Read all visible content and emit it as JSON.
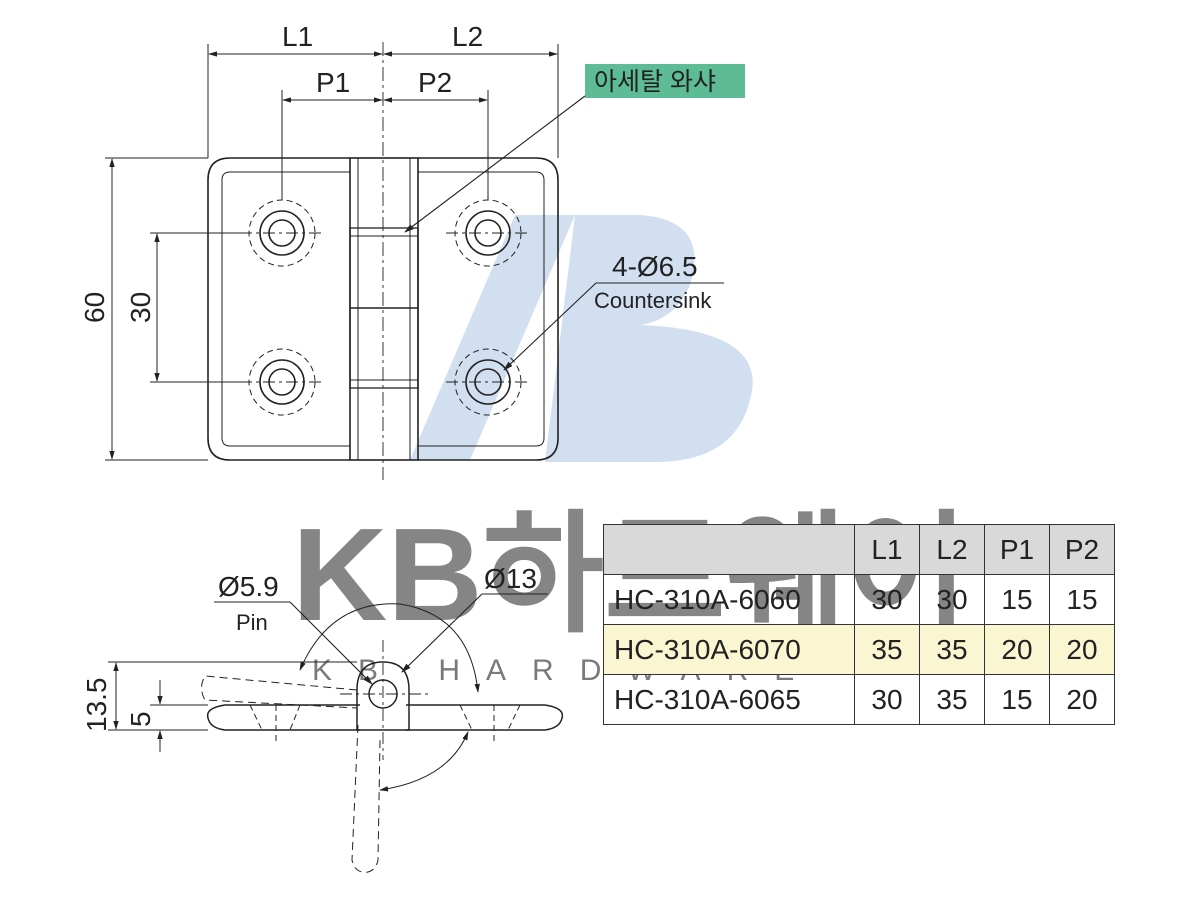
{
  "labels": {
    "L1": "L1",
    "L2": "L2",
    "P1": "P1",
    "P2": "P2",
    "height_overall": "60",
    "hole_spacing": "30",
    "thickness_total": "13.5",
    "thickness_leaf": "5"
  },
  "callouts": {
    "washer": "아세탈 와샤",
    "holes_count": "4-Ø6.5",
    "holes_type": "Countersink",
    "pin_dia": "Ø5.9",
    "pin_label": "Pin",
    "knuckle_dia": "Ø13"
  },
  "watermark": {
    "brand": "KB하드웨어",
    "sub": "KB HARDWARE"
  },
  "table": {
    "headers": [
      "",
      "L1",
      "L2",
      "P1",
      "P2"
    ],
    "rows": [
      {
        "model": "HC-310A-6060",
        "L1": "30",
        "L2": "30",
        "P1": "15",
        "P2": "15"
      },
      {
        "model": "HC-310A-6070",
        "L1": "35",
        "L2": "35",
        "P1": "20",
        "P2": "20"
      },
      {
        "model": "HC-310A-6065",
        "L1": "30",
        "L2": "35",
        "P1": "15",
        "P2": "20"
      }
    ]
  },
  "colors": {
    "badge": "#5dbb95",
    "header_bg": "#d9d9d9",
    "highlight_row": "#fbf6d2"
  }
}
